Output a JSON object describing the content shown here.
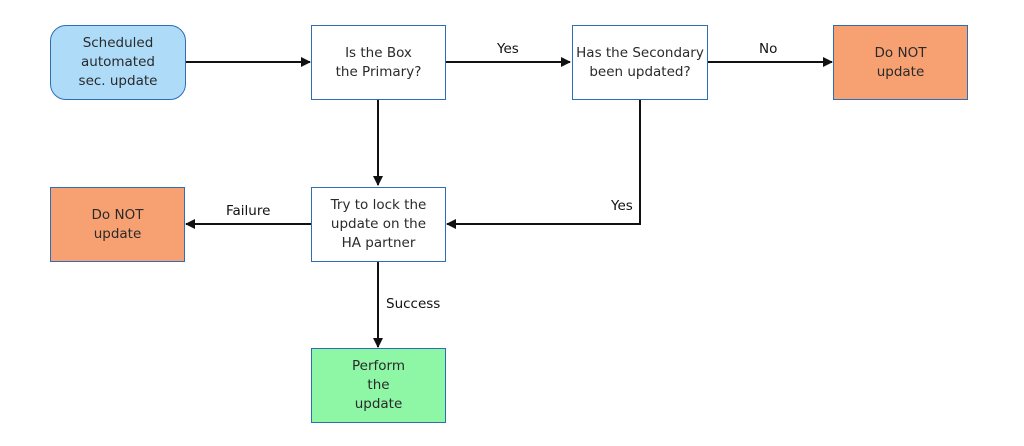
{
  "nodes": {
    "start": "Scheduled\nautomated\nsec. update",
    "is_primary": "Is the Box\nthe Primary?",
    "secondary_updated": "Has the Secondary\nbeen updated?",
    "do_not_update_right": "Do NOT\nupdate",
    "try_lock": "Try to lock the\nupdate on the\nHA partner",
    "do_not_update_left": "Do NOT\nupdate",
    "perform_update": "Perform\nthe\nupdate"
  },
  "edges": {
    "primary_yes": "Yes",
    "secondary_no": "No",
    "secondary_yes": "Yes",
    "lock_failure": "Failure",
    "lock_success": "Success"
  },
  "colors": {
    "start_fill": "#aedcf8",
    "stop_fill": "#f7a173",
    "success_fill": "#8ef7a6",
    "border": "#2e6db4"
  }
}
